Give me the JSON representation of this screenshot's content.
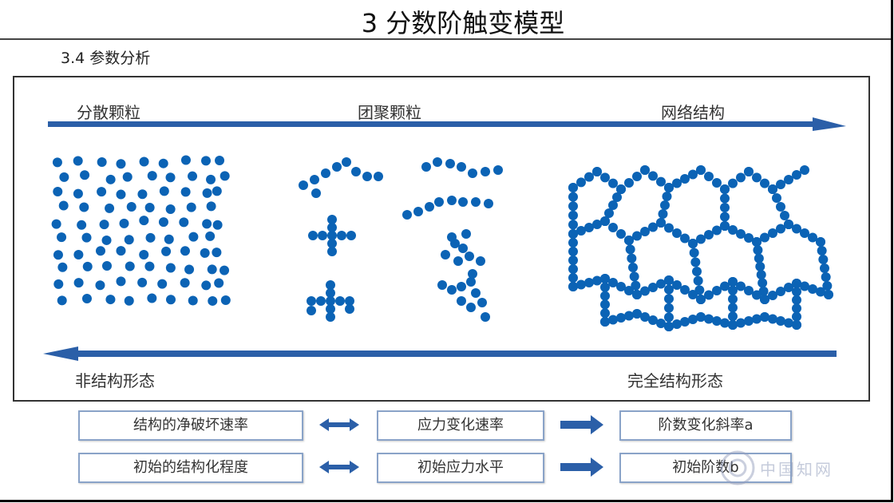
{
  "slide": {
    "title": "3 分数阶触变模型",
    "section": "3.4 参数分析"
  },
  "diagram": {
    "top_labels": [
      "分散颗粒",
      "团聚颗粒",
      "网络结构"
    ],
    "bottom_labels": [
      "非结构形态",
      "完全结构形态"
    ],
    "colors": {
      "particle": "#0b63b5",
      "arrow": "#2b5fa8"
    }
  },
  "relations": [
    {
      "left": "结构的净破坏速率",
      "middle": "应力变化速率",
      "right": "阶数变化斜率a"
    },
    {
      "left": "初始的结构化程度",
      "middle": "初始应力水平",
      "right": "初始阶数b"
    }
  ],
  "watermark": {
    "text": "中国知网"
  }
}
